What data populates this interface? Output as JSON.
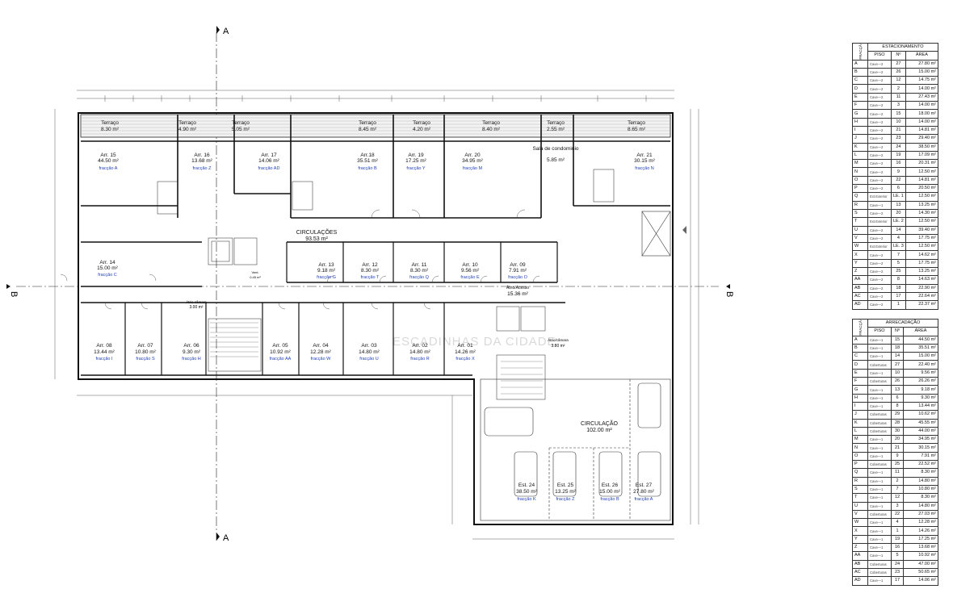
{
  "section_markers": {
    "a_top": "A",
    "a_bottom": "A",
    "b_left": "B",
    "b_right": "B"
  },
  "watermark": "ESCADINHAS DA CIDADE",
  "terraces": [
    {
      "name": "Terraço",
      "area": "8.30 m²"
    },
    {
      "name": "Terraço",
      "area": "4.90 m²"
    },
    {
      "name": "Terraço",
      "area": "5.05 m²"
    },
    {
      "name": "Terraço",
      "area": "8.45 m²"
    },
    {
      "name": "Terraço",
      "area": "4.20 m²"
    },
    {
      "name": "Terraço",
      "area": "8.40 m²"
    },
    {
      "name": "Terraço",
      "area": "2.55 m²"
    },
    {
      "name": "Terraço",
      "area": "8.65 m²"
    }
  ],
  "rooms_top": [
    {
      "name": "Arr. 15",
      "area": "44.50 m²",
      "frac": "fracção A"
    },
    {
      "name": "Arr. 16",
      "area": "13.68 m²",
      "frac": "fracção Z"
    },
    {
      "name": "Arr. 17",
      "area": "14.06 m²",
      "frac": "fracção AD"
    },
    {
      "name": "Arr.18",
      "area": "35.51 m²",
      "frac": "fracção B"
    },
    {
      "name": "Arr. 19",
      "area": "17.25 m²",
      "frac": "fracção Y"
    },
    {
      "name": "Arr. 20",
      "area": "34.95 m²",
      "frac": "fracção M"
    },
    {
      "name": "Sala de condominio",
      "area": "5.85 m²",
      "frac": ""
    },
    {
      "name": "Arr. 21",
      "area": "30.15 m²",
      "frac": "fracção N"
    }
  ],
  "circulacoes": {
    "name": "CIRCULAÇÕES",
    "area": "93.53 m²"
  },
  "rooms_mid": [
    {
      "name": "Arr. 14",
      "area": "15.00 m²",
      "frac": "fracção C"
    },
    {
      "name": "Arr. 13",
      "area": "9.18 m²",
      "frac": "fracção G"
    },
    {
      "name": "Arr. 12",
      "area": "8.30 m²",
      "frac": "fracção T"
    },
    {
      "name": "Arr. 11",
      "area": "8.30 m²",
      "frac": "fracção Q"
    },
    {
      "name": "Arr. 10",
      "area": "9.56 m²",
      "frac": "fracção E"
    },
    {
      "name": "Arr. 09",
      "area": "7.91 m²",
      "frac": "fracção O"
    }
  ],
  "small_labels": {
    "atrio1": "Átrio/Acesso",
    "atrio1_area": "15.36 m²",
    "atrio2": "Átrio câmara",
    "atrio2_area": "3.00 m²",
    "atrio3": "Átrio/câmara",
    "atrio3_area": "3.80 m²",
    "vent": "Vent.",
    "vent_area": "0.45 m²"
  },
  "rooms_bottom": [
    {
      "name": "Arr. 08",
      "area": "13.44 m²",
      "frac": "fracção I"
    },
    {
      "name": "Arr. 07",
      "area": "10.80 m²",
      "frac": "fracção S"
    },
    {
      "name": "Arr. 06",
      "area": "9.30 m²",
      "frac": "fracção H"
    },
    {
      "name": "Arr. 05",
      "area": "10.92 m²",
      "frac": "fracção AA"
    },
    {
      "name": "Arr. 04",
      "area": "12.28 m²",
      "frac": "fracção W"
    },
    {
      "name": "Arr. 03",
      "area": "14.80 m²",
      "frac": "fracção U"
    },
    {
      "name": "Arr. 02",
      "area": "14.80 m²",
      "frac": "fracção R"
    },
    {
      "name": "Arr. 01",
      "area": "14.26 m²",
      "frac": "fracção X"
    }
  ],
  "circulacao_garage": {
    "name": "CIRCULAÇÃO",
    "area": "102.00 m²"
  },
  "parking": [
    {
      "name": "Est. 24",
      "area": "38.50 m²",
      "frac": "fracção K"
    },
    {
      "name": "Est. 25",
      "area": "13.25 m²",
      "frac": "fracção Z"
    },
    {
      "name": "Est. 26",
      "area": "15.00 m²",
      "frac": "fracção B"
    },
    {
      "name": "Est. 27",
      "area": "27.80 m²",
      "frac": "fracção A"
    }
  ],
  "estacionamento": {
    "title": "ESTACIONAMENTO",
    "col_fraccao": "FRACÇÃO",
    "col_piso": "PISO",
    "col_n": "Nº",
    "col_area": "ÁREA",
    "rows": [
      [
        "A",
        "Cave—2",
        "27",
        "27.80 m²"
      ],
      [
        "B",
        "Cave—2",
        "26",
        "15.00 m²"
      ],
      [
        "C",
        "Cave—2",
        "12",
        "14.75 m²"
      ],
      [
        "D",
        "Cave—2",
        "2",
        "14.00 m²"
      ],
      [
        "E",
        "Cave—2",
        "11",
        "27.43 m²"
      ],
      [
        "F",
        "Cave—2",
        "3",
        "14.00 m²"
      ],
      [
        "G",
        "Cave—2",
        "15",
        "18.00 m²"
      ],
      [
        "H",
        "Cave—2",
        "10",
        "14.00 m²"
      ],
      [
        "I",
        "Cave—2",
        "21",
        "14.81 m²"
      ],
      [
        "J",
        "Cave—2",
        "23",
        "29.40 m²"
      ],
      [
        "K",
        "Cave—2",
        "24",
        "38.50 m²"
      ],
      [
        "L",
        "Cave—2",
        "19",
        "17.09 m²"
      ],
      [
        "M",
        "Cave—2",
        "16",
        "20.31 m²"
      ],
      [
        "N",
        "Cave—2",
        "9",
        "12.50 m²"
      ],
      [
        "O",
        "Cave—2",
        "22",
        "14.81 m²"
      ],
      [
        "P",
        "Cave—2",
        "6",
        "20.50 m²"
      ],
      [
        "Q",
        "Ext.Exterior",
        "LE. 1",
        "12.50 m²"
      ],
      [
        "R",
        "Cave—1",
        "13",
        "13.25 m²"
      ],
      [
        "S",
        "Cave—2",
        "20",
        "14.30 m²"
      ],
      [
        "T",
        "Ext.Exterior",
        "LE. 2",
        "12.50 m²"
      ],
      [
        "U",
        "Cave—2",
        "14",
        "39.40 m²"
      ],
      [
        "V",
        "Cave—2",
        "4",
        "17.75 m²"
      ],
      [
        "W",
        "Ext.Exterior",
        "LE. 3",
        "12.50 m²"
      ],
      [
        "X",
        "Cave—2",
        "7",
        "14.62 m²"
      ],
      [
        "Y",
        "Cave—2",
        "5",
        "17.75 m²"
      ],
      [
        "Z",
        "Cave—2",
        "25",
        "13.25 m²"
      ],
      [
        "AA",
        "Cave—2",
        "8",
        "14.63 m²"
      ],
      [
        "AB",
        "Cave—2",
        "18",
        "22.90 m²"
      ],
      [
        "AC",
        "Cave—2",
        "17",
        "22.64 m²"
      ],
      [
        "AD",
        "Cave—2",
        "1",
        "22.37 m²"
      ]
    ]
  },
  "arrecadacao": {
    "title": "ARRECADAÇÃO",
    "col_fraccao": "FRACÇÃO",
    "col_piso": "PISO",
    "col_n": "Nº",
    "col_area": "ÁREA",
    "rows": [
      [
        "A",
        "Cave—1",
        "15",
        "44.50 m²"
      ],
      [
        "B",
        "Cave—1",
        "18",
        "35.51 m²"
      ],
      [
        "C",
        "Cave—1",
        "14",
        "15.00 m²"
      ],
      [
        "D",
        "Coberturas",
        "27",
        "22.40 m²"
      ],
      [
        "E",
        "Cave—1",
        "10",
        "9.56 m²"
      ],
      [
        "F",
        "Coberturas",
        "26",
        "26.26 m²"
      ],
      [
        "G",
        "Cave—1",
        "13",
        "9.18 m²"
      ],
      [
        "H",
        "Cave—1",
        "6",
        "9.30 m²"
      ],
      [
        "I",
        "Cave—1",
        "8",
        "13.44 m²"
      ],
      [
        "J",
        "Coberturas",
        "29",
        "10.62 m²"
      ],
      [
        "K",
        "Coberturas",
        "28",
        "45.55 m²"
      ],
      [
        "L",
        "Coberturas",
        "30",
        "44.00 m²"
      ],
      [
        "M",
        "Cave—1",
        "20",
        "34.95 m²"
      ],
      [
        "N",
        "Cave—1",
        "21",
        "30.15 m²"
      ],
      [
        "O",
        "Cave—1",
        "9",
        "7.91 m²"
      ],
      [
        "P",
        "Coberturas",
        "25",
        "22.52 m²"
      ],
      [
        "Q",
        "Cave—1",
        "11",
        "8.30 m²"
      ],
      [
        "R",
        "Cave—1",
        "2",
        "14.80 m²"
      ],
      [
        "S",
        "Cave—1",
        "7",
        "10.80 m²"
      ],
      [
        "T",
        "Cave—1",
        "12",
        "8.30 m²"
      ],
      [
        "U",
        "Cave—1",
        "3",
        "14.80 m²"
      ],
      [
        "V",
        "Coberturas",
        "22",
        "27.03 m²"
      ],
      [
        "W",
        "Cave—1",
        "4",
        "12.28 m²"
      ],
      [
        "X",
        "Cave—1",
        "1",
        "14.26 m²"
      ],
      [
        "Y",
        "Cave—1",
        "19",
        "17.25 m²"
      ],
      [
        "Z",
        "Cave—1",
        "16",
        "13.68 m²"
      ],
      [
        "AA",
        "Cave—1",
        "5",
        "10.92 m²"
      ],
      [
        "AB",
        "Coberturas",
        "24",
        "47.00 m²"
      ],
      [
        "AC",
        "Coberturas",
        "23",
        "50.65 m²"
      ],
      [
        "AD",
        "Cave—1",
        "17",
        "14.06 m²"
      ]
    ]
  }
}
